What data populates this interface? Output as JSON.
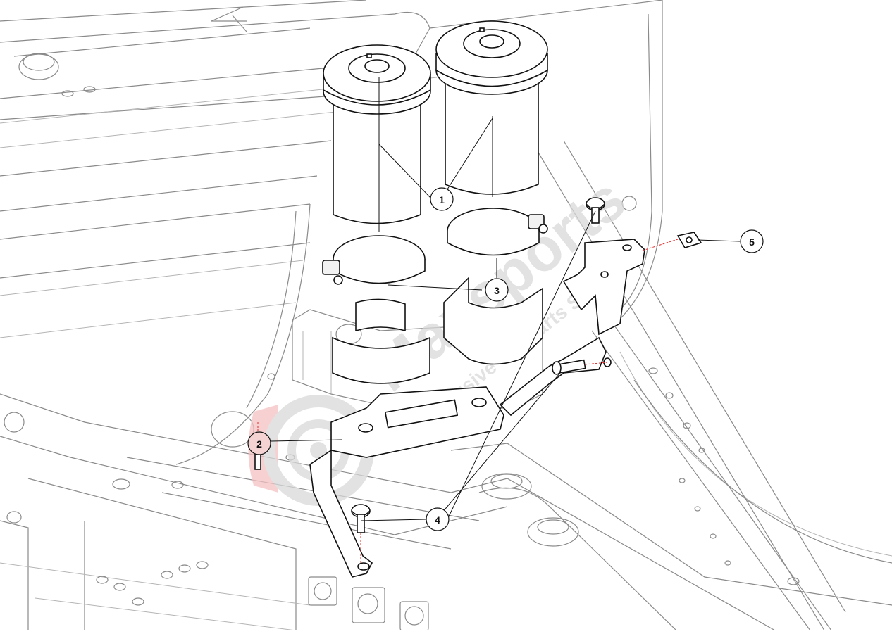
{
  "diagram": {
    "callouts": [
      {
        "id": "1",
        "label": "1"
      },
      {
        "id": "2",
        "label": "2"
      },
      {
        "id": "3",
        "label": "3"
      },
      {
        "id": "4",
        "label": "4"
      },
      {
        "id": "5",
        "label": "5"
      }
    ],
    "watermark": {
      "brand": "Maxsports",
      "tagline": "Exclusive car Parts Specialist"
    },
    "colors": {
      "line": "#8a8a8a",
      "part": "#111111",
      "highlight": "#e03030",
      "watermark": "#d9d9d9"
    }
  }
}
